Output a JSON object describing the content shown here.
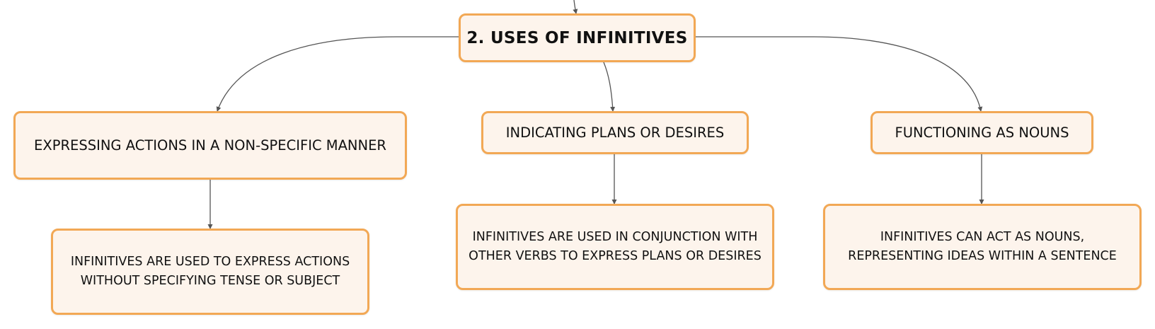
{
  "diagram": {
    "root": {
      "label": "2. USES OF INFINITIVES"
    },
    "branches": [
      {
        "label": "EXPRESSING ACTIONS IN A NON-SPECIFIC MANNER",
        "detail": "INFINITIVES ARE USED TO EXPRESS ACTIONS WITHOUT SPECIFYING TENSE OR SUBJECT"
      },
      {
        "label": "INDICATING PLANS OR DESIRES",
        "detail": "INFINITIVES ARE USED IN CONJUNCTION WITH OTHER VERBS TO EXPRESS PLANS OR DESIRES"
      },
      {
        "label": "FUNCTIONING AS NOUNS",
        "detail": "INFINITIVES CAN ACT AS NOUNS, REPRESENTING IDEAS WITHIN A SENTENCE"
      }
    ]
  },
  "colors": {
    "node_fill": "#fdf4ec",
    "node_border": "#f2a855",
    "connector": "#555555",
    "text": "#111111"
  }
}
